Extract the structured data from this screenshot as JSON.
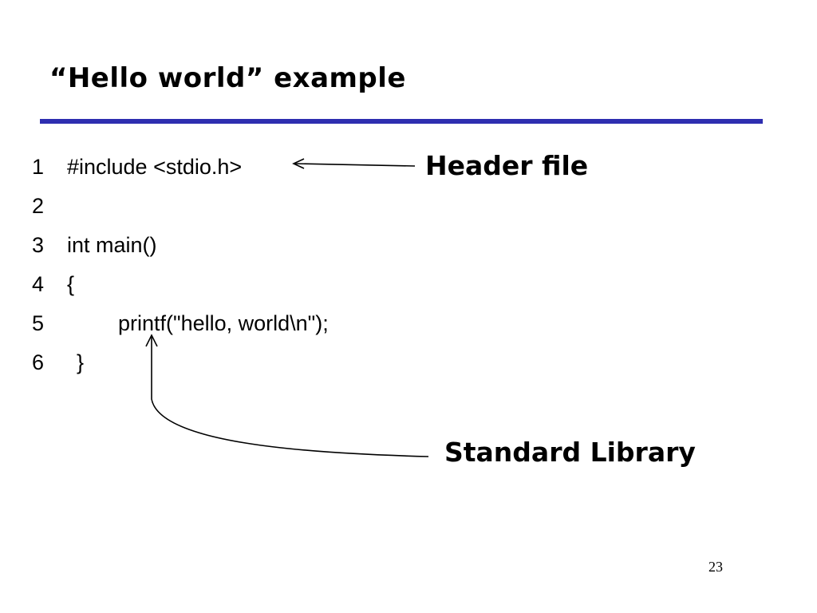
{
  "slide": {
    "title": "“Hello world” example",
    "page_number": "23",
    "rule_color": "#2e2eb0"
  },
  "code": {
    "lines": [
      {
        "number": "1",
        "text": "#include <stdio.h>"
      },
      {
        "number": "2",
        "text": ""
      },
      {
        "number": "3",
        "text": "int main()"
      },
      {
        "number": "4",
        "text": "{"
      },
      {
        "number": "5",
        "text": "printf(\"hello, world\\n\");"
      },
      {
        "number": "6",
        "text": "}"
      }
    ]
  },
  "annotations": {
    "header_file": "Header file",
    "standard_library": "Standard Library"
  }
}
